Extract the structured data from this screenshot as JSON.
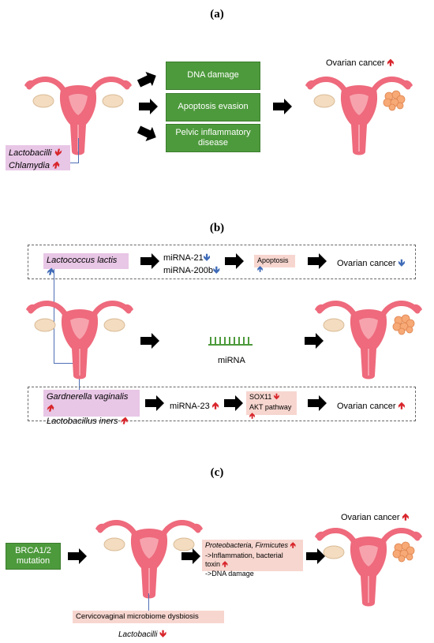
{
  "panels": {
    "a": {
      "label": "(a)",
      "left_box_line1": "Lactobacilli",
      "left_box_line2": "Chlamydia",
      "effects": [
        "DNA damage",
        "Apoptosis evasion",
        "Pelvic inflammatory disease"
      ],
      "outcome": "Ovarian cancer"
    },
    "b": {
      "label": "(b)",
      "top_bacteria": "Lactococcus lactis",
      "top_mirna_1": "miRNA-21",
      "top_mirna_2": "miRNA-200b",
      "top_effect": "Apoptosis",
      "top_outcome": "Ovarian cancer",
      "middle_label": "miRNA",
      "bottom_bacteria_1": "Gardnerella vaginalis",
      "bottom_bacteria_2": "Lactobacillus iners",
      "bottom_mirna": "miRNA-23",
      "bottom_effect_1": "SOX11",
      "bottom_effect_2": "AKT pathway",
      "bottom_outcome": "Ovarian cancer"
    },
    "c": {
      "label": "(c)",
      "left_box": "BRCA1/2 mutation",
      "middle_line1": "Proteobacteria, Firmicutes",
      "middle_line2": "->Inflammation, bacterial toxin",
      "middle_line3": "->DNA damage",
      "outcome": "Ovarian cancer",
      "dysbiosis": "Cervicovaginal microbiome dysbiosis",
      "lacto": "Lactobacilli"
    }
  },
  "colors": {
    "green": "#4d9a3c",
    "pink": "#e8c6e6",
    "peach": "#f7d6cf",
    "red_arrow": "#d8262c",
    "blue_arrow": "#3f6bb8",
    "uterus": "#ee6a7c"
  }
}
